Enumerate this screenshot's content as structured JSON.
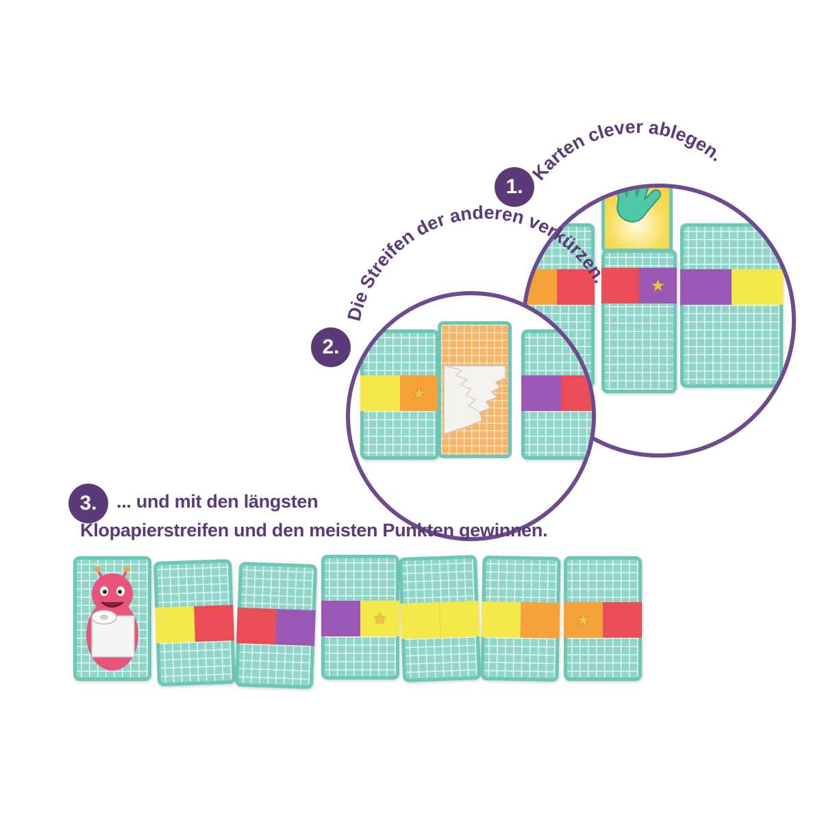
{
  "steps": [
    {
      "number": "1.",
      "text": "Karten clever ablegen."
    },
    {
      "number": "2.",
      "text": "Die Streifen der anderen verkürzen."
    },
    {
      "number": "3.",
      "line1": "... und mit den längsten",
      "line2": "Klopapierstreifen und den meisten Punkten gewinnen."
    }
  ],
  "colors": {
    "accent": "#5a3a78",
    "card_teal": "#8fd6c8",
    "yellow": "#f5e84a",
    "red": "#ec4c55",
    "purple": "#9a58b4",
    "orange": "#f5a238"
  },
  "icons": [
    "hand-icon",
    "torn-paper-icon",
    "star-icon",
    "monster-icon",
    "toilet-roll-icon"
  ],
  "row_cards": [
    {
      "segments": []
    },
    {
      "segments": [
        "yellow",
        "red"
      ]
    },
    {
      "segments": [
        "red",
        "purple"
      ]
    },
    {
      "segments": [
        "purple",
        "yellow-star"
      ]
    },
    {
      "segments": [
        "yellow",
        "yellow"
      ]
    },
    {
      "segments": [
        "yellow",
        "orange"
      ]
    },
    {
      "segments": [
        "orange-star",
        "red"
      ]
    }
  ]
}
